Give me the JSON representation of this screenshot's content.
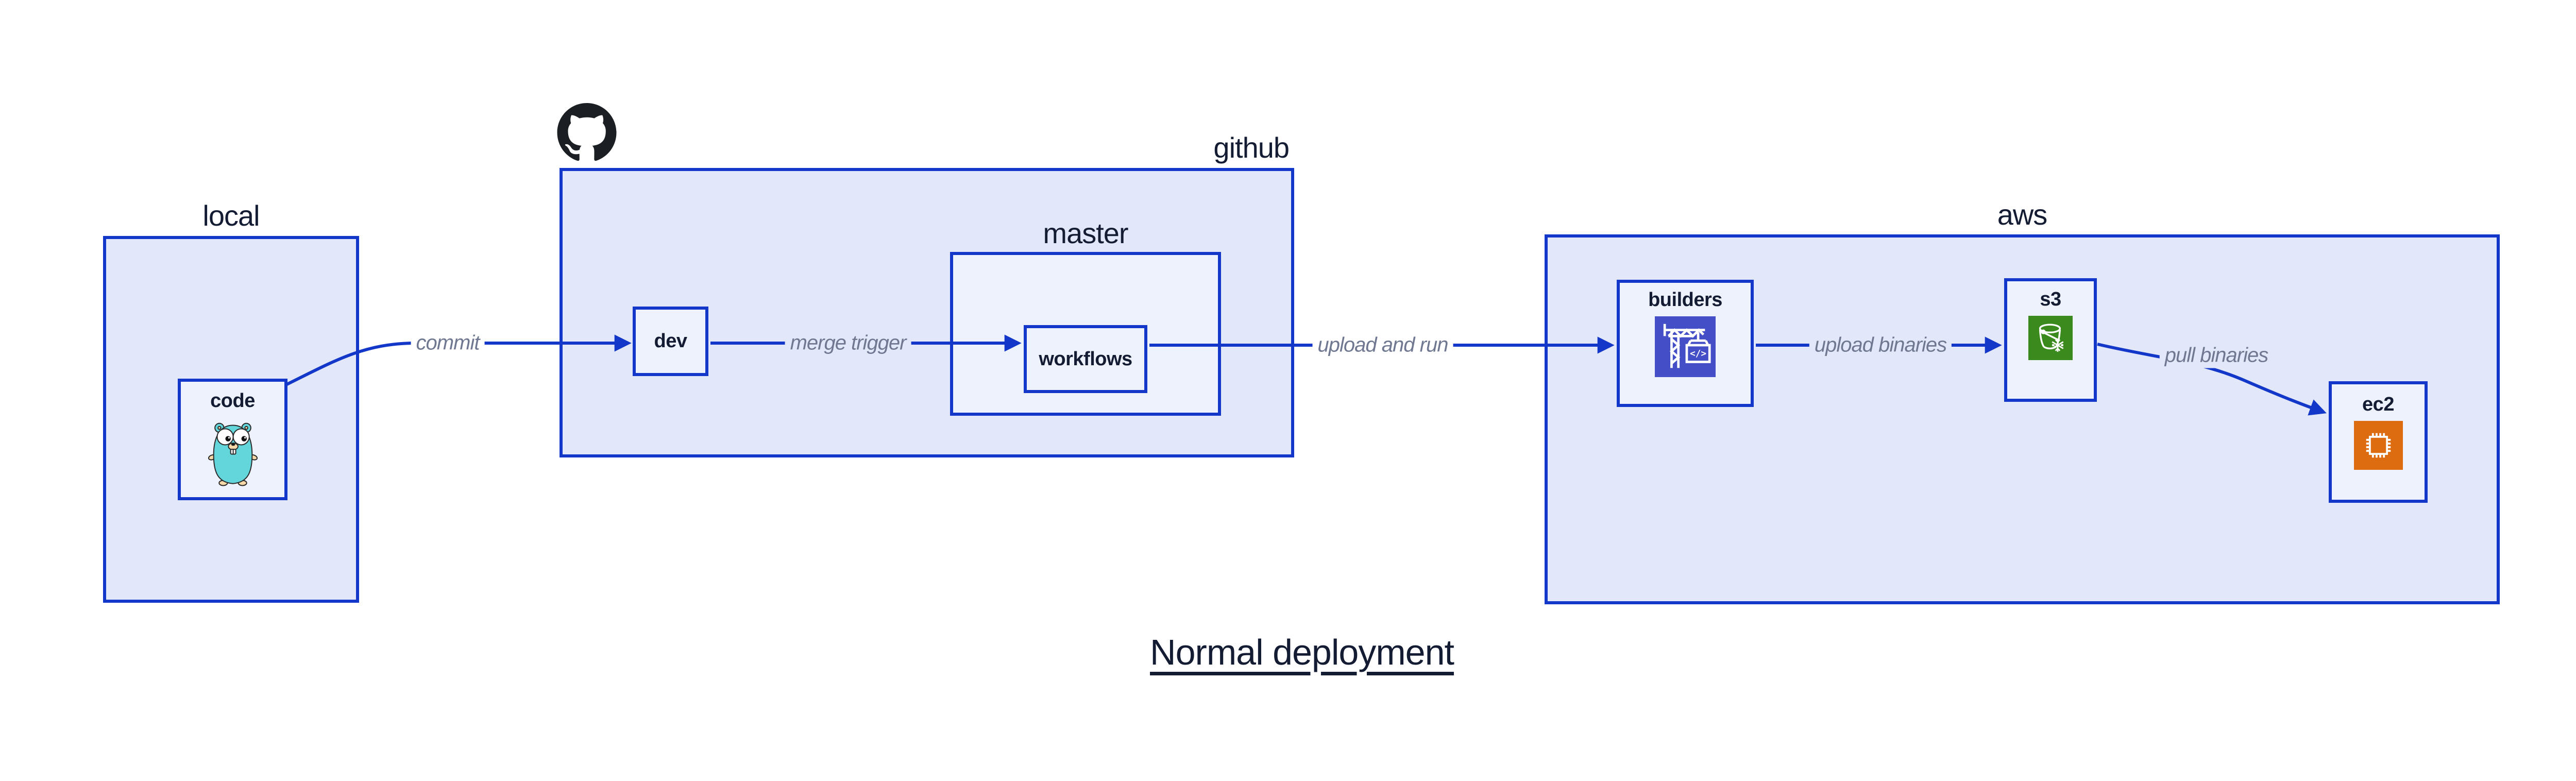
{
  "title": {
    "text": "Normal deployment"
  },
  "containers": [
    {
      "id": "local",
      "label": "local"
    },
    {
      "id": "github",
      "label": "github",
      "icon": "github-octocat-icon"
    },
    {
      "id": "master",
      "label": "master"
    },
    {
      "id": "aws",
      "label": "aws"
    }
  ],
  "nodes": [
    {
      "id": "code",
      "label": "code",
      "icon": "go-gopher-icon"
    },
    {
      "id": "dev",
      "label": "dev"
    },
    {
      "id": "workflows",
      "label": "workflows"
    },
    {
      "id": "builders",
      "label": "builders",
      "icon": "aws-codebuild-icon"
    },
    {
      "id": "s3",
      "label": "s3",
      "icon": "aws-s3-glacier-icon"
    },
    {
      "id": "ec2",
      "label": "ec2",
      "icon": "aws-ec2-icon"
    }
  ],
  "edges": [
    {
      "from": "code",
      "to": "dev",
      "label": "commit"
    },
    {
      "from": "dev",
      "to": "workflows",
      "label": "merge trigger"
    },
    {
      "from": "workflows",
      "to": "builders",
      "label": "upload and run"
    },
    {
      "from": "builders",
      "to": "s3",
      "label": "upload binaries"
    },
    {
      "from": "s3",
      "to": "ec2",
      "label": "pull binaries"
    }
  ],
  "colors": {
    "stroke_blue": "#1337c8",
    "container_fill": "#e2e8fa",
    "node_fill": "#eef2fc",
    "label_dark": "#141c33",
    "edge_label_gray": "#6f7890",
    "codebuild_bg": "#444ec6",
    "s3_glacier_bg": "#3a8a1d",
    "ec2_bg": "#dd6b10",
    "gopher_teal": "#63d6dc",
    "github_black": "#1b1f23"
  }
}
